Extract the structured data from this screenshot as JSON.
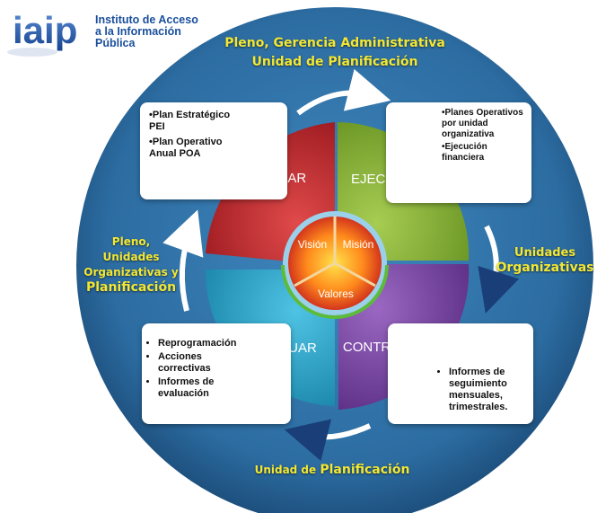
{
  "logo": {
    "brand": "iaip",
    "line1": "Instituto de Acceso",
    "line2": "a la Información Pública"
  },
  "labels": {
    "top_line1": "Pleno, Gerencia Administrativa",
    "top_line2": "Unidad de Planificación",
    "right_line1": "Unidades",
    "right_line2": "Organizativas",
    "left_line1": "Pleno,",
    "left_line2": "Unidades",
    "left_line3": "Organizativas y",
    "left_line4": "Planificación",
    "bottom_part1": "Unidad de ",
    "bottom_part2": "Planificación"
  },
  "quadrants": {
    "planificar": "PLANIFICAR",
    "ejecutar": "EJECUTAR",
    "actuar": "ACTUAR",
    "controlar": "CONTROLAR"
  },
  "center": {
    "vision": "Visión",
    "mision": "Misión",
    "valores": "Valores"
  },
  "boxes": {
    "planificar_items": [
      "•Plan Estratégico PEI",
      "•Plan Operativo Anual POA"
    ],
    "ejecutar_items": [
      "•Planes Operativos por unidad organizativa",
      "•Ejecución financiera"
    ],
    "actuar_items": [
      "Reprogramación",
      "Acciones correctivas",
      "Informes de evaluación"
    ],
    "controlar_items": [
      "Informes de seguimiento mensuales, trimestrales."
    ]
  },
  "colors": {
    "outer_circle": "#2d6fa3",
    "planificar": "#c0262c",
    "ejecutar": "#8bb533",
    "actuar": "#2aa5c7",
    "controlar": "#7b48a6",
    "label_yellow": "#f3e733"
  }
}
